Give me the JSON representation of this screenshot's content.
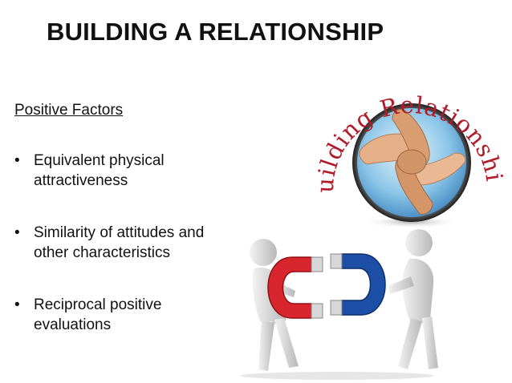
{
  "slide": {
    "title": "BUILDING A RELATIONSHIP",
    "subheading": "Positive Factors",
    "bullets": [
      "Equivalent physical attractiveness",
      "Similarity of attitudes and other characteristics",
      "Reciprocal positive evaluations"
    ]
  },
  "logo": {
    "text": "Building Relationships",
    "text_color": "#b01c2a"
  },
  "illustration": {
    "magnet_colors": {
      "red": "#d9262e",
      "blue": "#1d4fa6",
      "tip": "#d7d7d7"
    },
    "figure_color": "#cfcfcf"
  }
}
